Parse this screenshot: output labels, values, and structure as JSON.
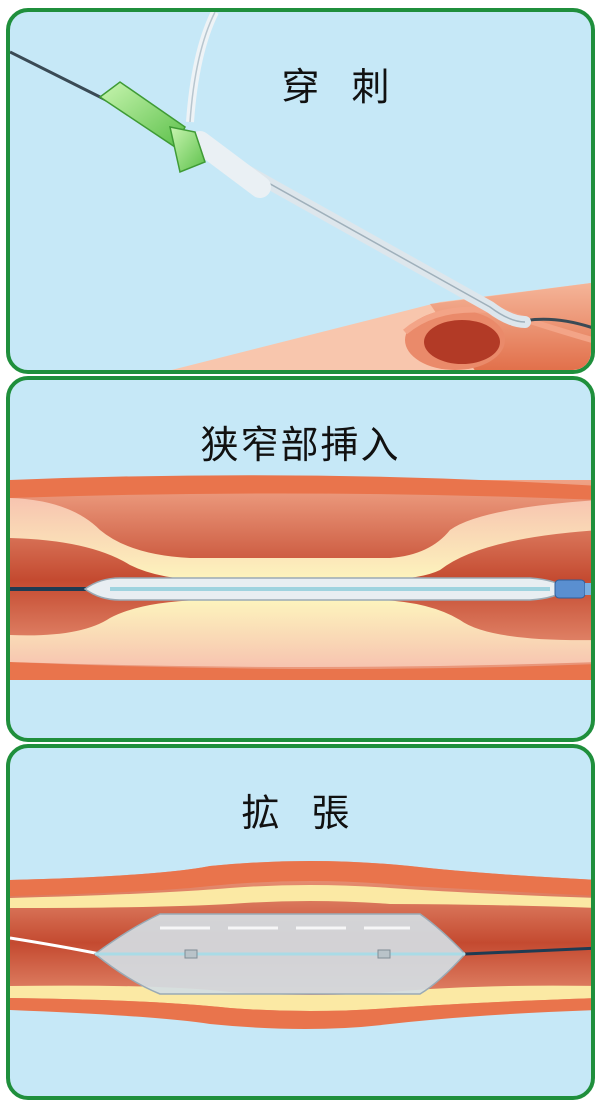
{
  "panels": [
    {
      "title": "穿 刺"
    },
    {
      "title": "狭窄部挿入"
    },
    {
      "title": "拡 張"
    }
  ],
  "colors": {
    "frame": "#1f8f3c",
    "panel_bg": "#c6e8f7",
    "vessel": "#e4744e",
    "plaque": "#fbefa8",
    "needle_hub": "#8fe07a"
  }
}
